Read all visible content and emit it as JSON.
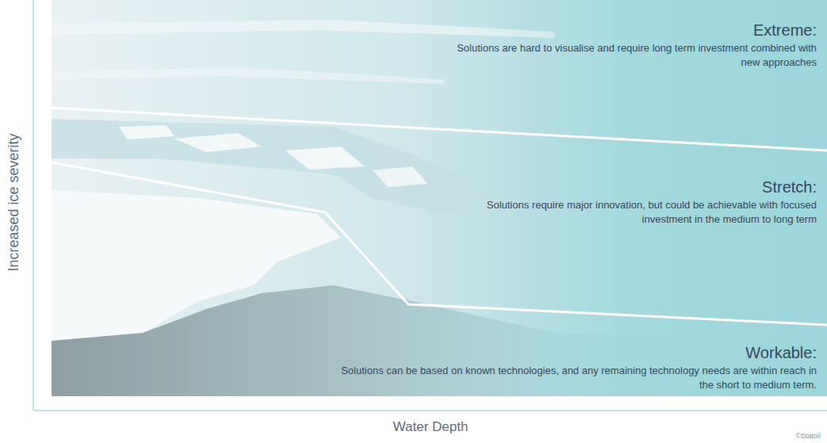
{
  "diagram": {
    "nodes": [
      {
        "text": [
          "Extreme:",
          "Solutions are hard to visualise and require long term investment combined with new approaches"
        ]
      },
      {
        "text": [
          "Stretch:",
          "Solutions require major innovation, but could be achievable with focused investment in the medium to long term"
        ]
      },
      {
        "text": [
          "Workable:",
          "Solutions can be based on known technologies, and any remaining technology needs are within reach in the short to medium term."
        ]
      }
    ],
    "labels": [
      "Increased ice severity",
      "Water Depth",
      "©Statoil"
    ]
  }
}
